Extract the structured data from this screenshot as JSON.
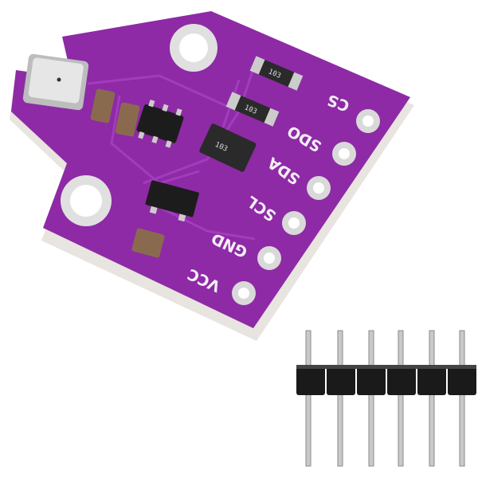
{
  "product": {
    "pin_labels": [
      "CS",
      "SDO",
      "SDA",
      "SCL",
      "GND",
      "VCC"
    ],
    "resistor_markings": [
      "103",
      "103"
    ],
    "chip_marking": "103",
    "colors": {
      "pcb": "#8e2aa6",
      "pcb_dark": "#6f1f86",
      "silkscreen": "#f4eef6",
      "pad": "#d9d9d9",
      "header": "#1a1a1a",
      "pin": "#c9c9c9"
    }
  }
}
